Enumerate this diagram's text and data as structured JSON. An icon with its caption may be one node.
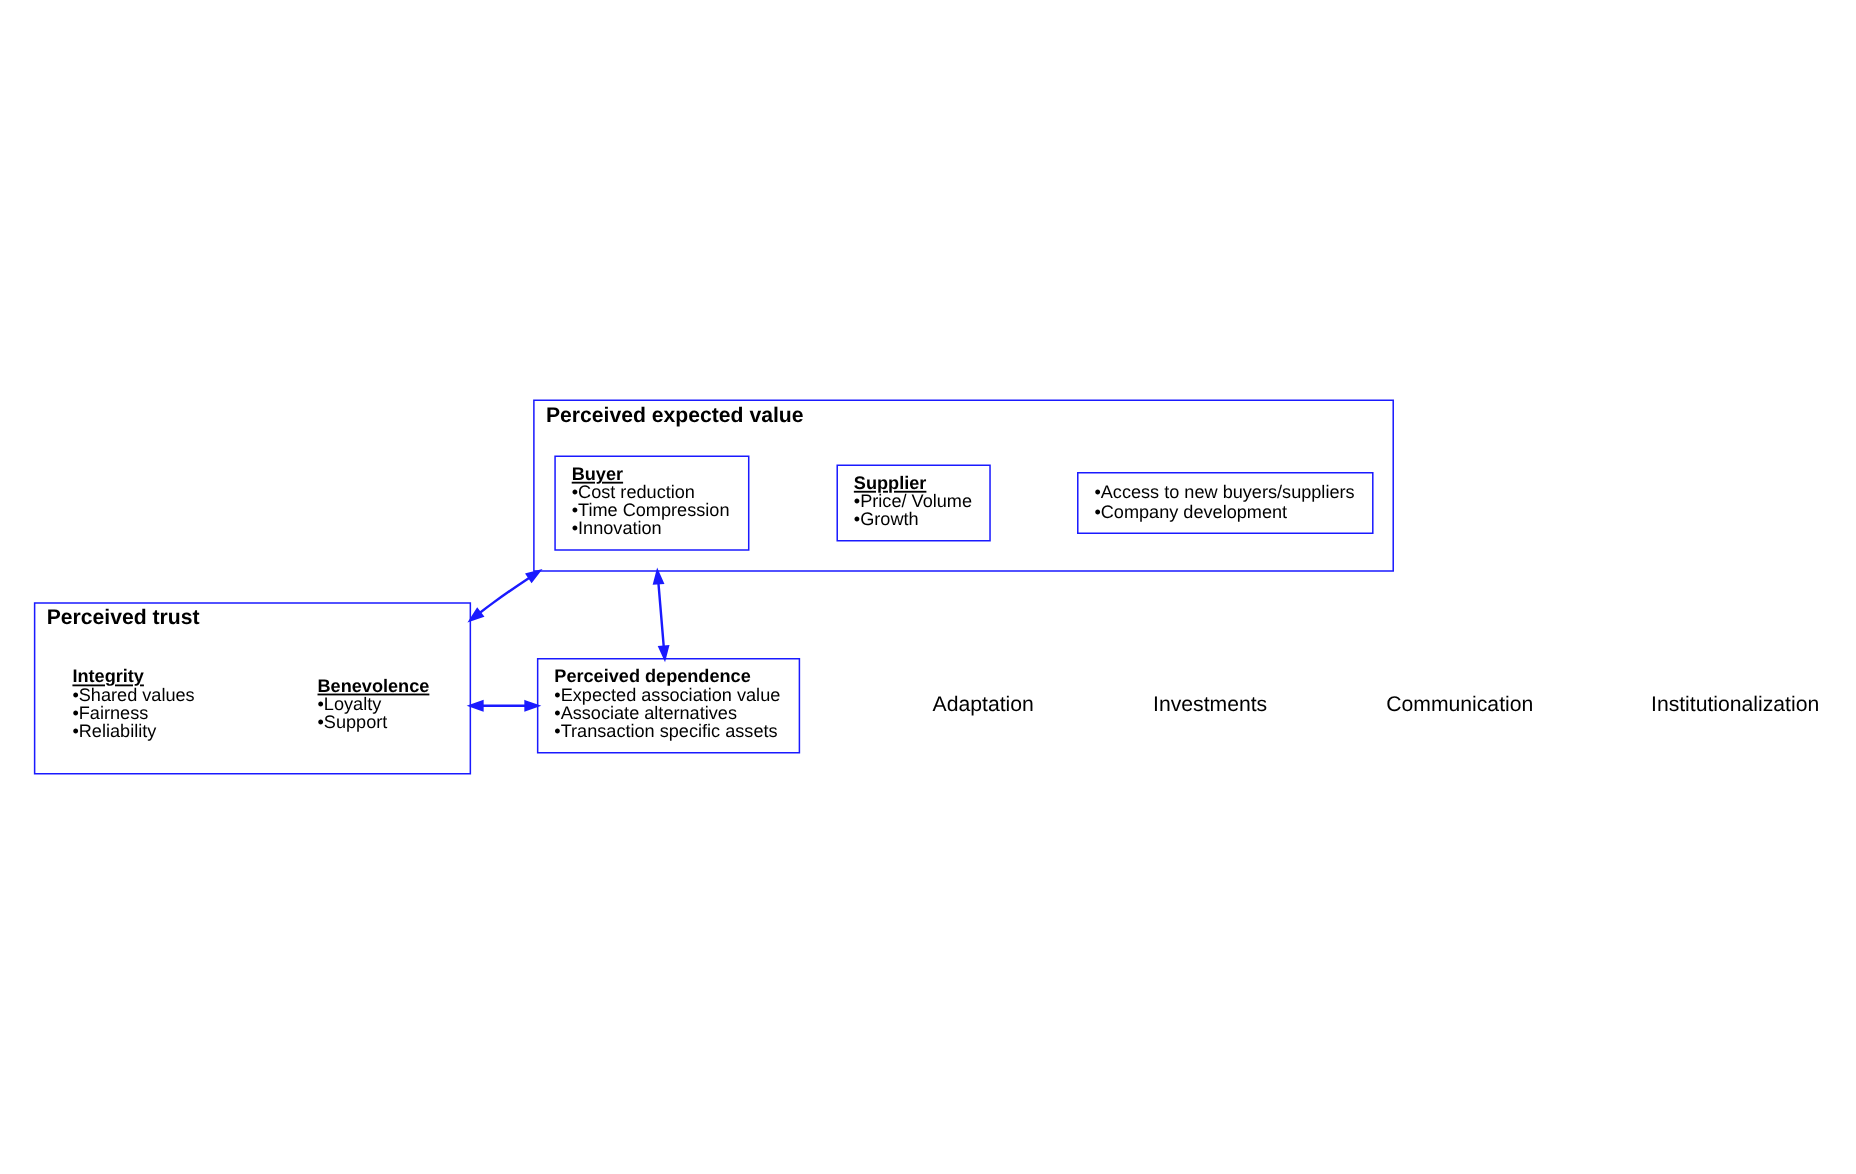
{
  "diagram": {
    "nodes": [
      {
        "text": [
          "Perceived expected value"
        ]
      },
      {
        "text": [
          "Buyer",
          "•Cost reduction",
          "•Time Compression",
          "•Innovation"
        ],
        "in": 0
      },
      {
        "text": [
          "Supplier",
          "•Price/ Volume",
          "•Growth"
        ],
        "in": 0
      },
      {
        "text": [
          "•Access to new buyers/suppliers",
          "•Company development"
        ],
        "in": 0
      },
      {
        "text": [
          "Perceived trust"
        ]
      },
      {
        "text": [
          "Benevolence",
          "•Loyalty",
          "•Support"
        ],
        "in": 4
      },
      {
        "text": [
          "Integrity",
          "•Shared values",
          "•Fairness",
          "•Reliability"
        ],
        "in": 4
      },
      {
        "text": [
          "Perceived dependence",
          "•Expected association value",
          "•Associate alternatives",
          "•Transaction specific assets"
        ]
      }
    ],
    "edges": [
      {
        "from": 0,
        "to": 4,
        "arrow": "both"
      },
      {
        "from": 0,
        "to": 7,
        "arrow": "both"
      },
      {
        "from": 4,
        "to": 7,
        "arrow": "both"
      }
    ],
    "labels": [
      "Adaptation",
      "Investments",
      "Communication",
      "Institutionalization"
    ]
  }
}
